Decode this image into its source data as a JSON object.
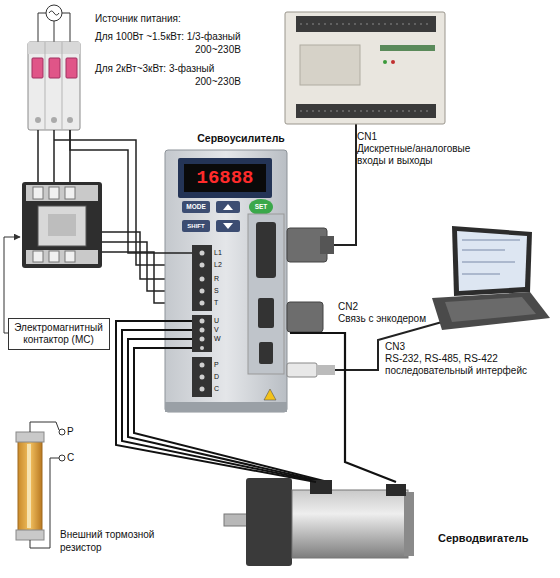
{
  "diagram": {
    "nodes": [
      {
        "text": [
          "Источник питания:",
          "Для 100Вт ~1.5кВт: 1/3-фазный 200~230В",
          "Для 2кВт~3кВт: 3-фазный 200~230В"
        ]
      },
      {
        "text": [
          "Сервоусилитель"
        ]
      },
      {
        "text": [
          "Электромагнитный контактор (MC)"
        ]
      },
      {
        "text": [
          "Внешний тормозной резистор"
        ]
      },
      {
        "text": [
          "Серводвигатель"
        ]
      }
    ],
    "edges": [
      {
        "from": 0,
        "to": 1,
        "arrow": "none"
      },
      {
        "from": 1,
        "to": 4,
        "arrow": "none"
      },
      {
        "from": 1,
        "to": 4,
        "arrow": "none"
      }
    ],
    "labels": [
      "CN1",
      "Дискретные/аналоговые входы и выходы",
      "CN2",
      "Связь с энкодером",
      "CN3",
      "RS-232, RS-485, RS-422 последовательный интерфейс",
      "P",
      "C",
      "16888",
      "MODE",
      "SET",
      "SHIFT",
      "L1",
      "L2",
      "R",
      "S",
      "T",
      "U",
      "V",
      "W",
      "P",
      "D",
      "C"
    ]
  }
}
